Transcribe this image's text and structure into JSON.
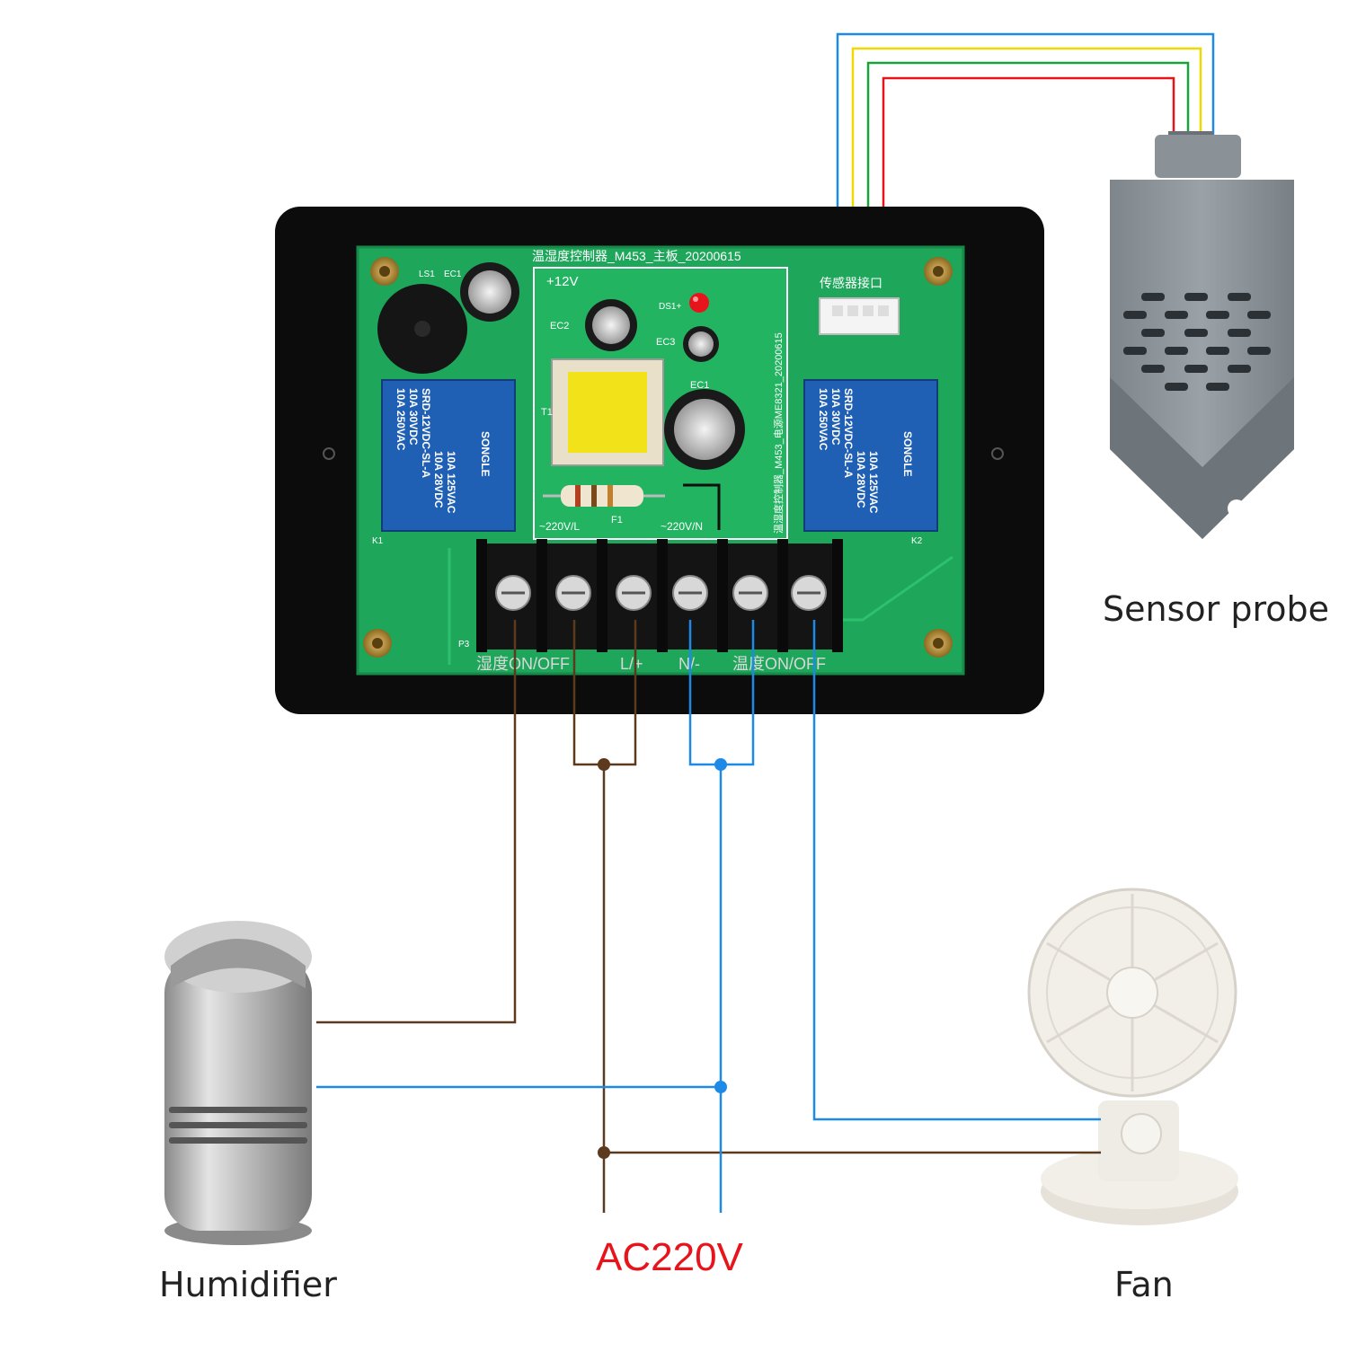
{
  "labels": {
    "sensor_probe": "Sensor probe",
    "humidifier": "Humidifier",
    "fan": "Fan",
    "supply": "AC220V"
  },
  "board": {
    "title": "温湿度控制器_M453_主板_20200615",
    "side_text": "温湿度控制器_M453_电源ME8321_20200615",
    "sensor_port": "传感器接口",
    "v12": "+12V",
    "ls1": "LS1",
    "ec1": "EC1",
    "ec2": "EC2",
    "ec3": "EC3",
    "ec1b": "EC1",
    "ds1": "DS1+",
    "t1": "T1",
    "f1": "F1",
    "k1": "K1",
    "k2": "K2",
    "p3": "P3",
    "ac_l": "~220V/L",
    "ac_n": "~220V/N"
  },
  "relay": {
    "brand": "SONGLE",
    "line1": "10A 250VAC",
    "line2": "10A 30VDC",
    "line3": "10A 125VAC",
    "line4": "10A 28VDC",
    "model": "SRD-12VDC-SL-A"
  },
  "terminals": {
    "humidity": "湿度ON/OFF",
    "live": "L/+",
    "neutral": "N/-",
    "temperature": "温度ON/OFF"
  },
  "colors": {
    "brown_wire": "#5b3a1e",
    "blue_wire": "#1e8ae8",
    "sensor_red": "#e8141c",
    "sensor_green": "#1aa33c",
    "sensor_yellow": "#f0d800",
    "sensor_blue": "#1e8ae8",
    "pcb_green": "#1ea65a",
    "case_black": "#0c0c0c",
    "ac_label": "#e8141c"
  },
  "icons": [
    "humidifier-icon",
    "fan-icon",
    "sensor-probe-icon",
    "relay-icon",
    "capacitor-icon",
    "buzzer-icon",
    "transformer-icon",
    "led-icon",
    "screw-icon"
  ]
}
